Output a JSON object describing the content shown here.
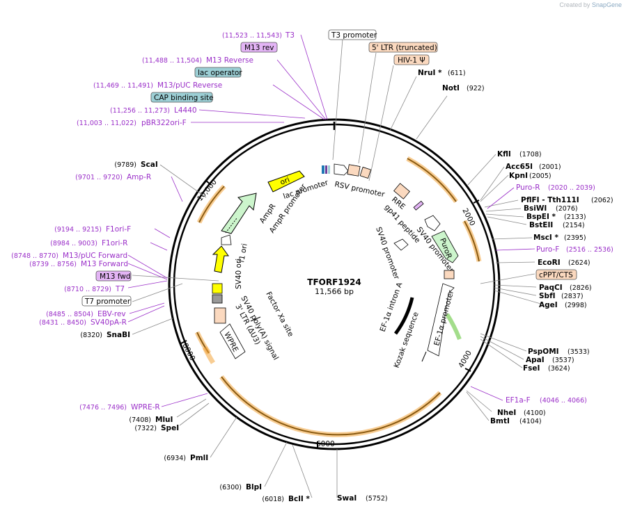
{
  "credit": {
    "prefix": "Created by",
    "brand": "SnapGene"
  },
  "plasmid": {
    "name": "TFORF1924",
    "size": "11,566 bp"
  },
  "ticks": [
    "2000",
    "4000",
    "6000",
    "8000",
    "10,000"
  ],
  "features_inside": [
    "ori",
    "lac promoter",
    "RSV promoter",
    "RRE",
    "gp41 peptide",
    "SV40 promoter",
    "PuroR",
    "SV40 promoter",
    "AmpR",
    "AmpR promoter",
    "f1 ori",
    "SV40 ori",
    "SV40 poly(A) signal",
    "3' LTR (ΔU3)",
    "WPRE",
    "Factor Xa site",
    "EF-1α intron A",
    "EF-1α promoter",
    "Kozak sequence"
  ],
  "right_sites": [
    {
      "name": "KflI",
      "coord": "(1708)"
    },
    {
      "name": "Acc65I",
      "coord": "(2001)"
    },
    {
      "name": "KpnI",
      "coord": "(2005)"
    },
    {
      "name": "Puro-R",
      "coord": "(2020 .. 2039)",
      "primer": true
    },
    {
      "name": "PflFI - Tth111I",
      "coord": "(2062)"
    },
    {
      "name": "BsiWI",
      "coord": "(2076)"
    },
    {
      "name": "BspEI *",
      "coord": "(2133)"
    },
    {
      "name": "BstEII",
      "coord": "(2154)"
    },
    {
      "name": "MscI *",
      "coord": "(2395)"
    },
    {
      "name": "Puro-F",
      "coord": "(2516 .. 2536)",
      "primer": true
    },
    {
      "name": "EcoRI",
      "coord": "(2624)"
    },
    {
      "name": "cPPT/CTS",
      "coord": "",
      "feature": true
    },
    {
      "name": "PaqCI",
      "coord": "(2826)"
    },
    {
      "name": "SbfI",
      "coord": "(2837)"
    },
    {
      "name": "AgeI",
      "coord": "(2998)"
    },
    {
      "name": "PspOMI",
      "coord": "(3533)"
    },
    {
      "name": "ApaI",
      "coord": "(3537)"
    },
    {
      "name": "FseI",
      "coord": "(3624)"
    },
    {
      "name": "EF1a-F",
      "coord": "(4046 .. 4066)",
      "primer": true
    },
    {
      "name": "NheI",
      "coord": "(4100)"
    },
    {
      "name": "BmtI",
      "coord": "(4104)"
    }
  ],
  "top_sites": [
    {
      "name": "T3 promoter",
      "coord": "",
      "feature": true
    },
    {
      "name": "5' LTR (truncated)",
      "coord": "",
      "feature": true
    },
    {
      "name": "HIV-1 Ψ",
      "coord": "",
      "feature": true
    },
    {
      "name": "NruI *",
      "coord": "(611)"
    },
    {
      "name": "NotI",
      "coord": "(922)"
    }
  ],
  "left_sites": [
    {
      "name": "T3",
      "coord": "(11,523 .. 11,543)",
      "primer": true
    },
    {
      "name": "M13 rev",
      "coord": "",
      "primer_box": true
    },
    {
      "name": "M13 Reverse",
      "coord": "(11,488 .. 11,504)",
      "primer": true
    },
    {
      "name": "lac operator",
      "coord": "",
      "feature": true
    },
    {
      "name": "M13/pUC Reverse",
      "coord": "(11,469 .. 11,491)",
      "primer": true
    },
    {
      "name": "CAP binding site",
      "coord": "",
      "feature": true
    },
    {
      "name": "L4440",
      "coord": "(11,256 .. 11,273)",
      "primer": true
    },
    {
      "name": "pBR322ori-F",
      "coord": "(11,003 .. 11,022)",
      "primer": true
    },
    {
      "name": "ScaI",
      "coord": "(9789)"
    },
    {
      "name": "Amp-R",
      "coord": "(9701 .. 9720)",
      "primer": true
    },
    {
      "name": "F1ori-F",
      "coord": "(9194 .. 9215)",
      "primer": true
    },
    {
      "name": "F1ori-R",
      "coord": "(8984 .. 9003)",
      "primer": true
    },
    {
      "name": "M13/pUC Forward",
      "coord": "(8748 .. 8770)",
      "primer": true
    },
    {
      "name": "M13 Forward",
      "coord": "(8739 .. 8756)",
      "primer": true
    },
    {
      "name": "M13 fwd",
      "coord": "",
      "primer_box": true
    },
    {
      "name": "T7",
      "coord": "(8710 .. 8729)",
      "primer": true
    },
    {
      "name": "T7 promoter",
      "coord": "",
      "feature": true
    },
    {
      "name": "EBV-rev",
      "coord": "(8485 .. 8504)",
      "primer": true
    },
    {
      "name": "SV40pA-R",
      "coord": "(8431 .. 8450)",
      "primer": true
    },
    {
      "name": "SnaBI",
      "coord": "(8320)"
    },
    {
      "name": "WPRE-R",
      "coord": "(7476 .. 7496)",
      "primer": true
    },
    {
      "name": "MluI",
      "coord": "(7408)"
    },
    {
      "name": "SpeI",
      "coord": "(7322)"
    },
    {
      "name": "PmlI",
      "coord": "(6934)"
    },
    {
      "name": "BlpI",
      "coord": "(6300)"
    },
    {
      "name": "BclI *",
      "coord": "(6018)"
    },
    {
      "name": "SwaI",
      "coord": "(5752)"
    }
  ],
  "colors": {
    "primer": "#9a2ec8",
    "ring": "#000000",
    "orf": "#f2a43a",
    "promoter": "#ffffff",
    "ori": "#ffff00",
    "ampr": "#ccf5cc",
    "ltr": "#fbd9bf",
    "feature_box_blue": "#9ccfd5",
    "primer_box": "#e3b4f5"
  }
}
